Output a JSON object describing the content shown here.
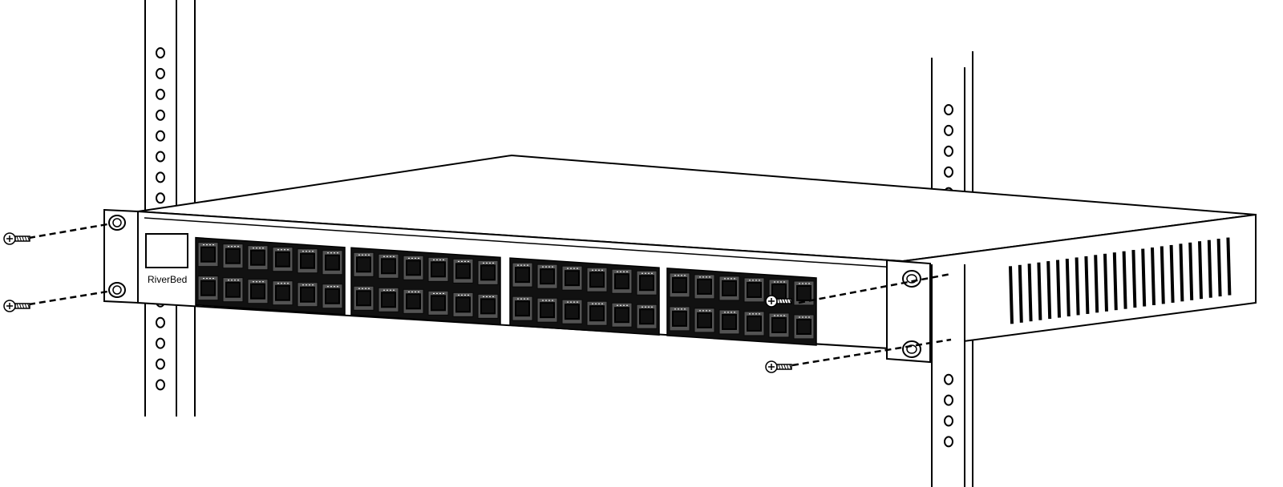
{
  "device": {
    "brand": "RiverBed",
    "port_groups": 4,
    "ports_per_row": 6,
    "rows_per_group": 2
  },
  "rack_rails": {
    "left_holes": 17,
    "right_holes": 17
  },
  "screws": {
    "count": 4
  },
  "colors": {
    "line": "#000000",
    "fill": "#ffffff",
    "port_fill": "#111111",
    "port_detail": "#8a8a8a"
  }
}
